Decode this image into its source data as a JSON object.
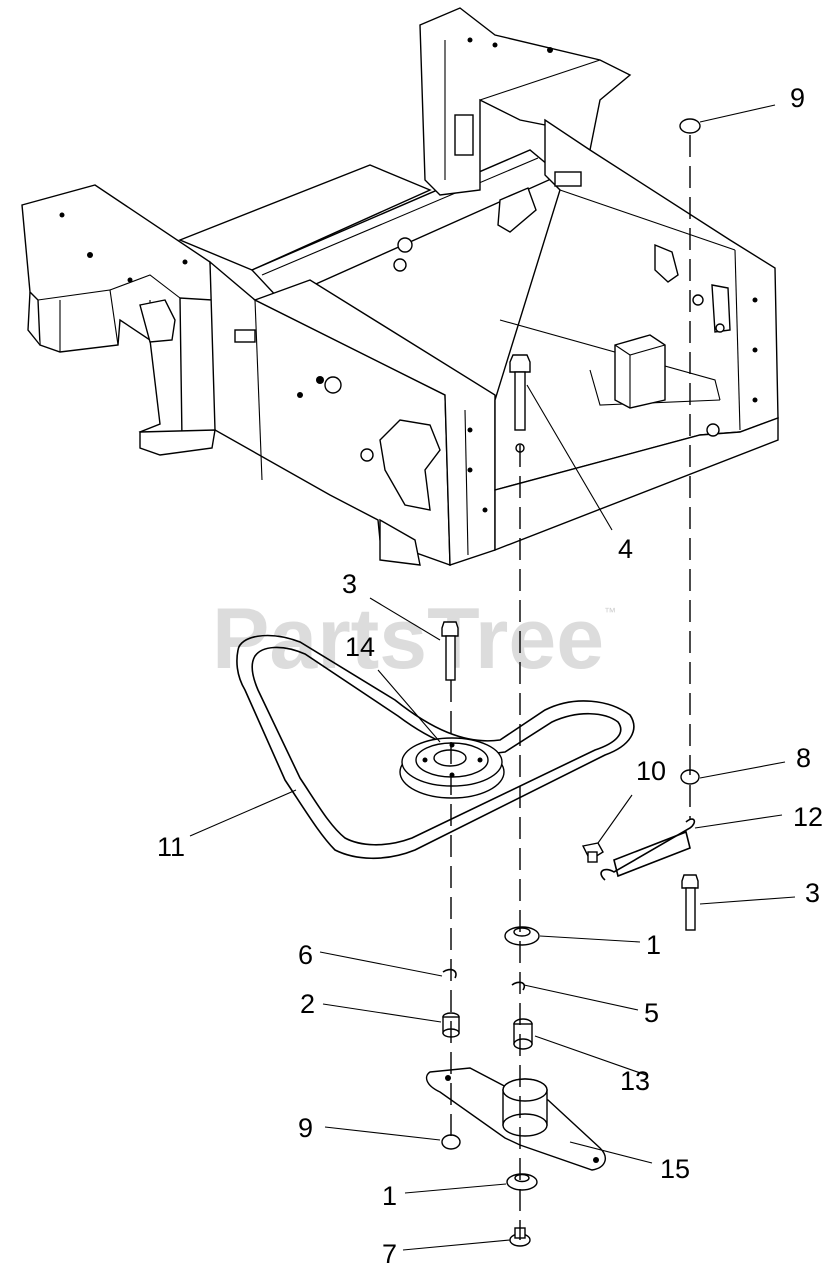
{
  "watermark": {
    "text": "PartsTree",
    "trademark": "™"
  },
  "callouts": [
    "9",
    "4",
    "3",
    "14",
    "8",
    "10",
    "12",
    "11",
    "3",
    "1",
    "6",
    "5",
    "2",
    "13",
    "9",
    "15",
    "1",
    "7"
  ]
}
